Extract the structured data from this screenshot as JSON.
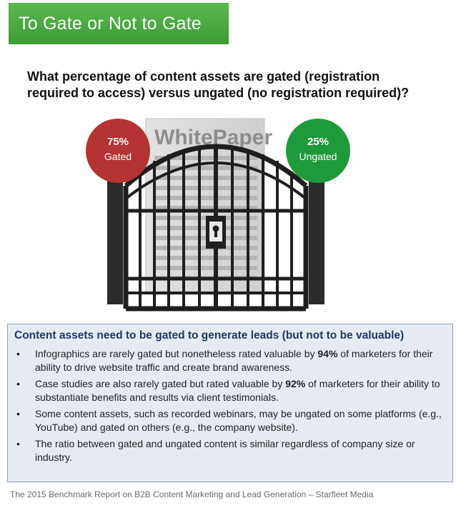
{
  "header": {
    "title": "To Gate or Not to Gate"
  },
  "question": {
    "line1": "What percentage of content assets are gated (registration",
    "line2": "required to access) versus ungated (no registration required)?"
  },
  "illustration": {
    "paper_title": "WhitePaper"
  },
  "stats": {
    "gated": {
      "percent": "75%",
      "label": "Gated",
      "color": "#b53333"
    },
    "ungated": {
      "percent": "25%",
      "label": "Ungated",
      "color": "#1f9a3a"
    }
  },
  "insights": {
    "heading": "Content assets need to be gated to generate leads (but not to be valuable)",
    "bullet_char": "•",
    "bullets": [
      {
        "before": "Infographics are rarely gated but nonetheless rated valuable by ",
        "bold": "94%",
        "after": " of marketers for their ability to drive website traffic and create brand awareness."
      },
      {
        "before": "Case studies are also rarely gated but rated valuable by ",
        "bold": "92%",
        "after": " of marketers for their ability to substantiate benefits and results via client testimonials."
      },
      {
        "before": "Some content assets, such as recorded webinars, may be ungated on some platforms (e.g., YouTube) and gated on others (e.g., the company website).",
        "bold": "",
        "after": ""
      },
      {
        "before": "The ratio between gated and ungated content is similar regardless of company size or industry.",
        "bold": "",
        "after": ""
      }
    ]
  },
  "footer": {
    "source": "The 2015 Benchmark Report on B2B Content Marketing and Lead Generation – Starfleet Media"
  },
  "colors": {
    "banner": "#4cae43",
    "heading": "#1f3a66",
    "box_bg": "#e6ebf3"
  }
}
